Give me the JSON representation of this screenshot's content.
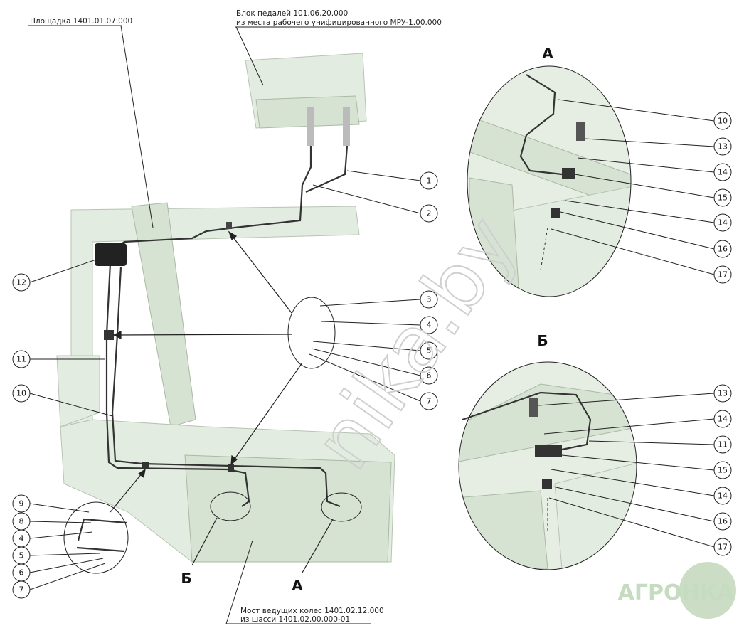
{
  "labels": {
    "platform": "Площадка 1401.01.07.000",
    "pedal_line1": "Блок педалей 101.06.20.000",
    "pedal_line2": "из места рабочего унифицированного МРУ-1.00.000",
    "axle_line1": "Мост ведущих колес 1401.02.12.000",
    "axle_line2": "из шасси 1401.02.00.000-01"
  },
  "letters": {
    "detail_a": "А",
    "detail_b": "Б",
    "main_b": "Б",
    "main_a": "А"
  },
  "callouts_main_right": [
    "1",
    "2",
    "3",
    "4",
    "5",
    "6",
    "7"
  ],
  "callouts_main_left": [
    "12",
    "11",
    "10"
  ],
  "callouts_inset": [
    "9",
    "8",
    "4",
    "5",
    "6",
    "7"
  ],
  "callouts_detail_a": [
    "10",
    "13",
    "14",
    "15",
    "14",
    "16",
    "17"
  ],
  "callouts_detail_b": [
    "13",
    "14",
    "11",
    "15",
    "14",
    "16",
    "17"
  ],
  "watermark": "nika.by",
  "logo": "АГРОНКА"
}
